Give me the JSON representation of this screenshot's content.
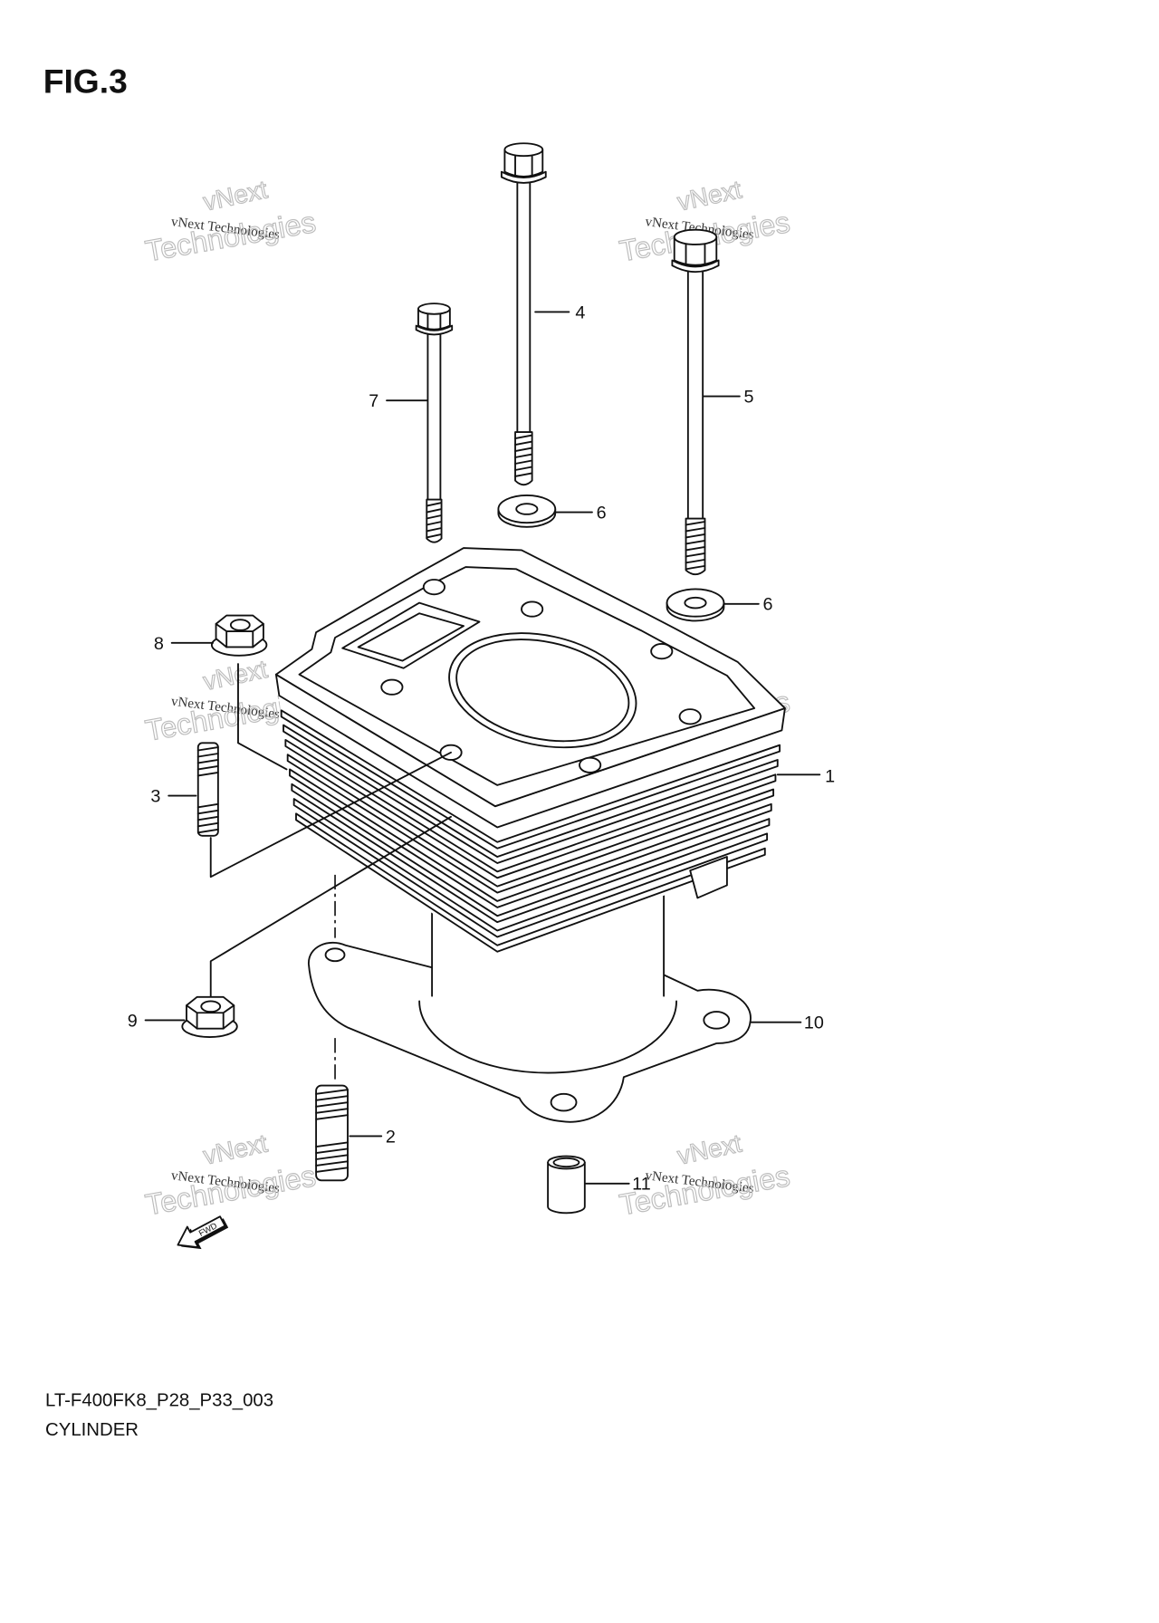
{
  "figure": {
    "title": "FIG.3",
    "code": "LT-F400FK8_P28_P33_003",
    "caption": "CYLINDER"
  },
  "direction_label": "FWD",
  "watermark": {
    "brand": "vNext",
    "word": "Technologies",
    "line": "vNext Technologies"
  },
  "callouts": [
    "1",
    "2",
    "3",
    "4",
    "5",
    "6",
    "6",
    "7",
    "8",
    "9",
    "10",
    "11"
  ]
}
